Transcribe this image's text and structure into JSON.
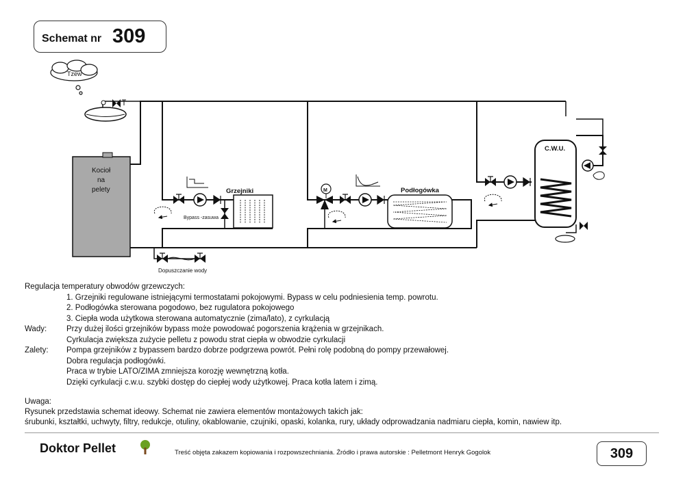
{
  "header": {
    "label": "Schemat nr",
    "number": "309"
  },
  "diagram": {
    "cloud_label": "Tzew",
    "boiler_label": [
      "Kocioł",
      "na",
      "pelety"
    ],
    "radiators_label": "Grzejniki",
    "bypass_label": "Bypass -zasuwa",
    "floor_label": "Podłogówka",
    "dhw_label": "C.W.U.",
    "fill_label": "Dopuszczanie wody",
    "mixing_valve_motor": "M"
  },
  "description": {
    "rows": [
      {
        "label": "",
        "text": "Regulacja temperatury obwodów grzewczych:",
        "indent": false
      },
      {
        "label": "",
        "text": "1. Grzejniki regulowane istniejącymi termostatami pokojowymi. Bypass w celu podniesienia temp. powrotu.",
        "indent": true
      },
      {
        "label": "",
        "text": "2. Podłogówka sterowana pogodowo, bez rugulatora pokojowego",
        "indent": true
      },
      {
        "label": "",
        "text": "3. Ciepła woda użytkowa sterowana automatycznie (zima/lato), z cyrkulacją",
        "indent": true
      },
      {
        "label": "Wady:",
        "text": "Przy dużej ilości grzejników bypass może powodować pogorszenia krążenia  w grzejnikach.",
        "indent": true
      },
      {
        "label": "",
        "text": "Cyrkulacja zwiększa zużycie pelletu z powodu strat ciepła w obwodzie cyrkulacji",
        "indent": true
      },
      {
        "label": "Zalety:",
        "text": "Pompa grzejników z bypassem bardzo dobrze podgrzewa powrót. Pełni rolę podobną do pompy przewałowej.",
        "indent": true
      },
      {
        "label": "",
        "text": "Dobra regulacja podłogówki.",
        "indent": true
      },
      {
        "label": "",
        "text": "Praca w trybie LATO/ZIMA zmniejsza korozję wewnętrzną kotła.",
        "indent": true
      },
      {
        "label": "",
        "text": "Dzięki cyrkulacji c.w.u. szybki dostęp do ciepłej wody użytkowej. Praca kotła latem i zimą.",
        "indent": true
      }
    ]
  },
  "note": {
    "heading": "Uwaga:",
    "lines": [
      "Rysunek przedstawia schemat ideowy. Schemat nie zawiera elementów montażowych takich jak:",
      "śrubunki, kształtki, uchwyty, filtry, redukcje, otuliny, okablowanie, czujniki, opaski, kolanka, rury, układy odprowadzania nadmiaru ciepła, komin, nawiew itp."
    ]
  },
  "footer": {
    "brand": "Doktor Pellet",
    "copyright": "Treść objęta zakazem kopiowania i rozpowszechniania.  Źródło i prawa autorskie : Pelletmont Henryk Gogolok",
    "page_number": "309"
  },
  "colors": {
    "line": "#111111",
    "boiler_fill": "#a9a9a9",
    "tree_green": "#6aa121",
    "tree_trunk": "#7a4a1e"
  }
}
